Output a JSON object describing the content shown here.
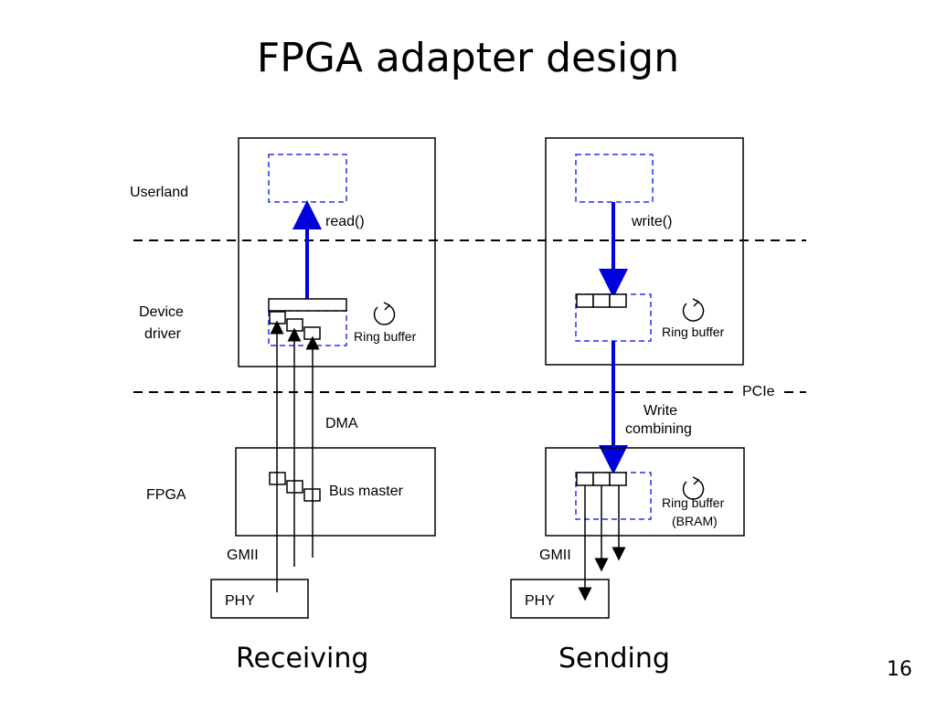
{
  "title": "FPGA adapter design",
  "layers": {
    "userland": "Userland",
    "device_driver_line1": "Device",
    "device_driver_line2": "driver",
    "fpga": "FPGA"
  },
  "receiving": {
    "call": "read()",
    "ring_buffer": "Ring buffer",
    "dma": "DMA",
    "bus_master": "Bus master",
    "gmii": "GMII",
    "phy": "PHY",
    "caption": "Receiving"
  },
  "sending": {
    "call": "write()",
    "ring_buffer": "Ring buffer",
    "write_combining_line1": "Write",
    "write_combining_line2": "combining",
    "fpga_ring_buffer_line1": "Ring buffer",
    "fpga_ring_buffer_line2": "(BRAM)",
    "gmii": "GMII",
    "phy": "PHY",
    "caption": "Sending"
  },
  "pcie": "PCIe",
  "page_number": "16",
  "colors": {
    "arrow_blue": "#0000dd",
    "dashed_blue": "#2233ee",
    "line": "#000000"
  }
}
